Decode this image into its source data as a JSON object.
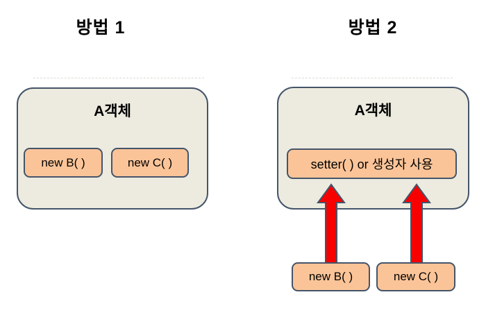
{
  "colors": {
    "background": "#FFFFFF",
    "container_fill": "#EDEBDF",
    "container_border": "#44546A",
    "node_fill": "#FBC498",
    "node_border": "#44546A",
    "arrow_fill": "#F80000",
    "arrow_border": "#44546A",
    "text": "#000000"
  },
  "method1": {
    "title": "방법 1",
    "container_label": "A객체",
    "nodes": [
      {
        "label": "new B( )"
      },
      {
        "label": "new C( )"
      }
    ]
  },
  "method2": {
    "title": "방법 2",
    "container_label": "A객체",
    "inner_node": {
      "label": "setter( ) or 생성자 사용"
    },
    "source_nodes": [
      {
        "label": "new B( )"
      },
      {
        "label": "new C( )"
      }
    ],
    "arrows": [
      {
        "from": "new B( )",
        "to": "setter( ) or 생성자 사용",
        "direction": "up"
      },
      {
        "from": "new C( )",
        "to": "setter( ) or 생성자 사용",
        "direction": "up"
      }
    ]
  }
}
